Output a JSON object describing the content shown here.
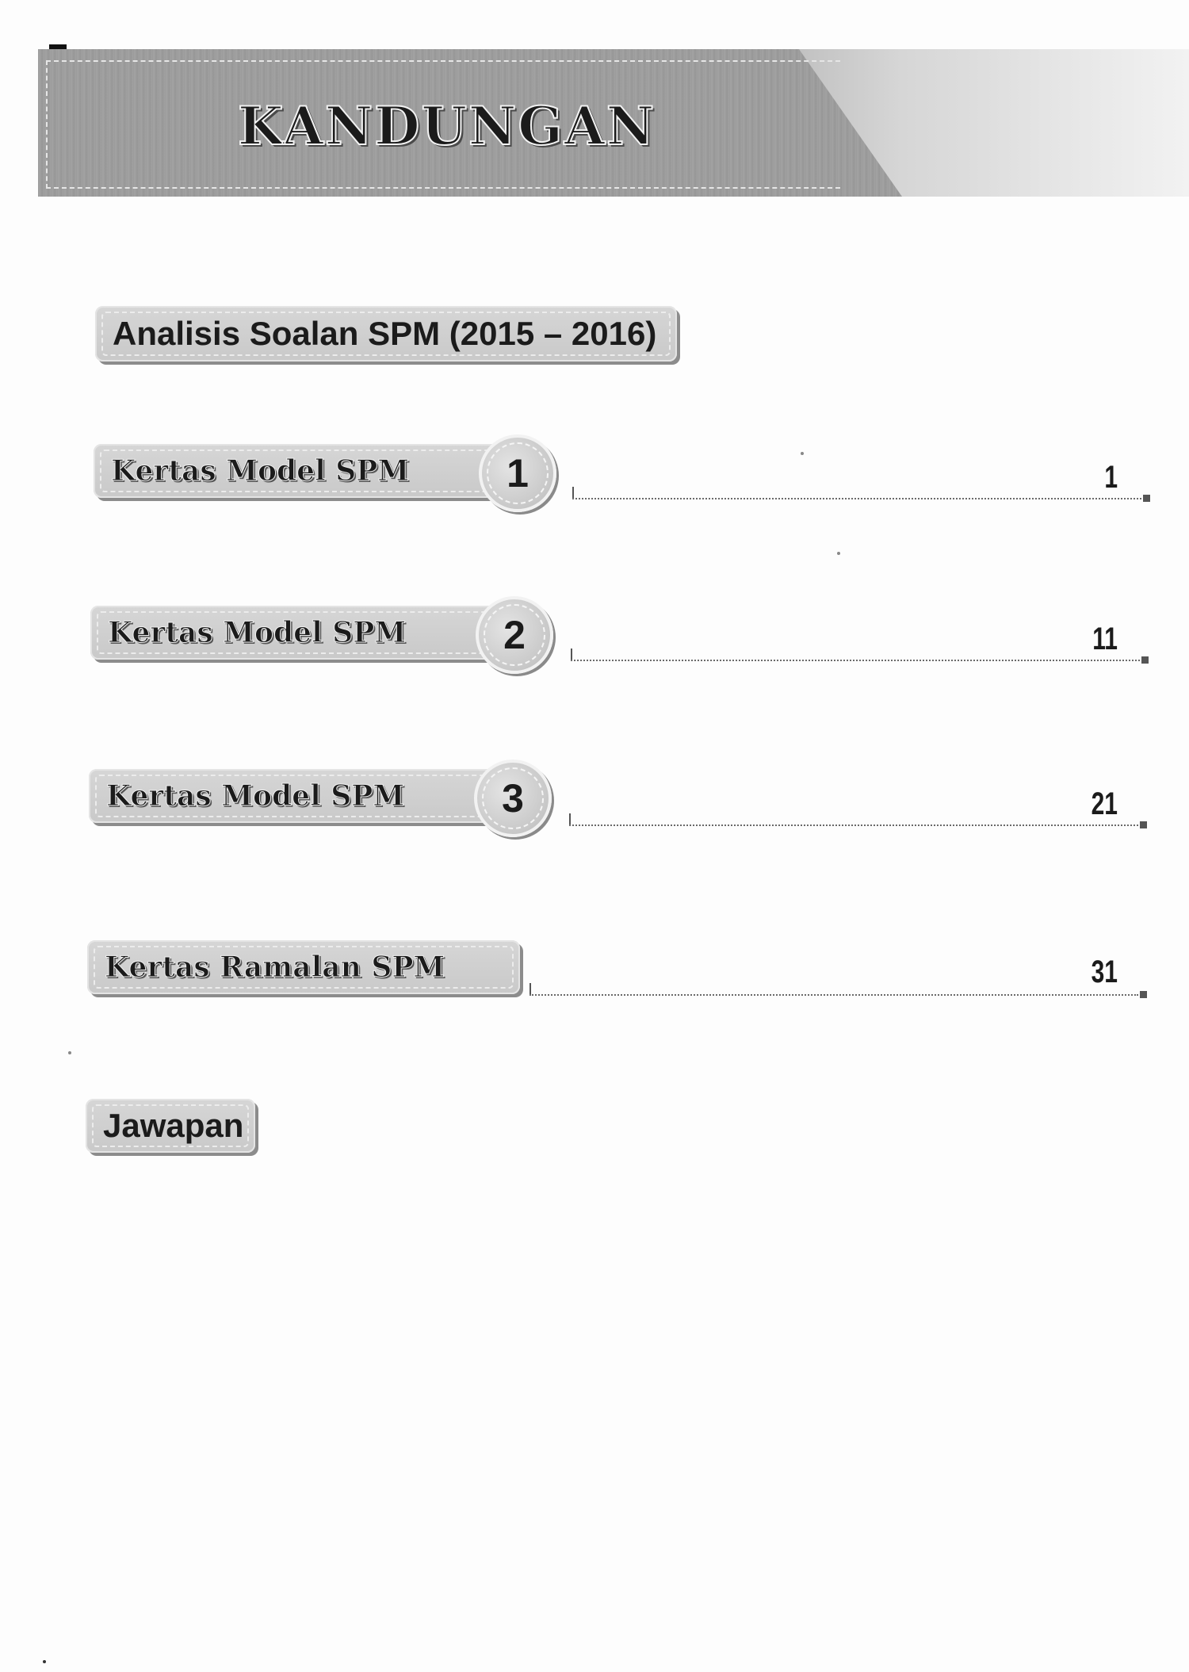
{
  "header": {
    "title": "KANDUNGAN"
  },
  "sections": {
    "analisis": {
      "label": "Analisis Soalan SPM (2015 – 2016)"
    },
    "model_1": {
      "label": "Kertas Model SPM",
      "number": "1",
      "page": "1"
    },
    "model_2": {
      "label": "Kertas Model SPM",
      "number": "2",
      "page": "11"
    },
    "model_3": {
      "label": "Kertas Model SPM",
      "number": "3",
      "page": "21"
    },
    "ramalan": {
      "label": "Kertas Ramalan SPM",
      "page": "31"
    },
    "jawapan": {
      "label": "Jawapan"
    }
  },
  "colors": {
    "banner_gray": "#9e9e9e",
    "pill_gray": "#cfcfcf",
    "text_dark": "#1b1b1b"
  }
}
